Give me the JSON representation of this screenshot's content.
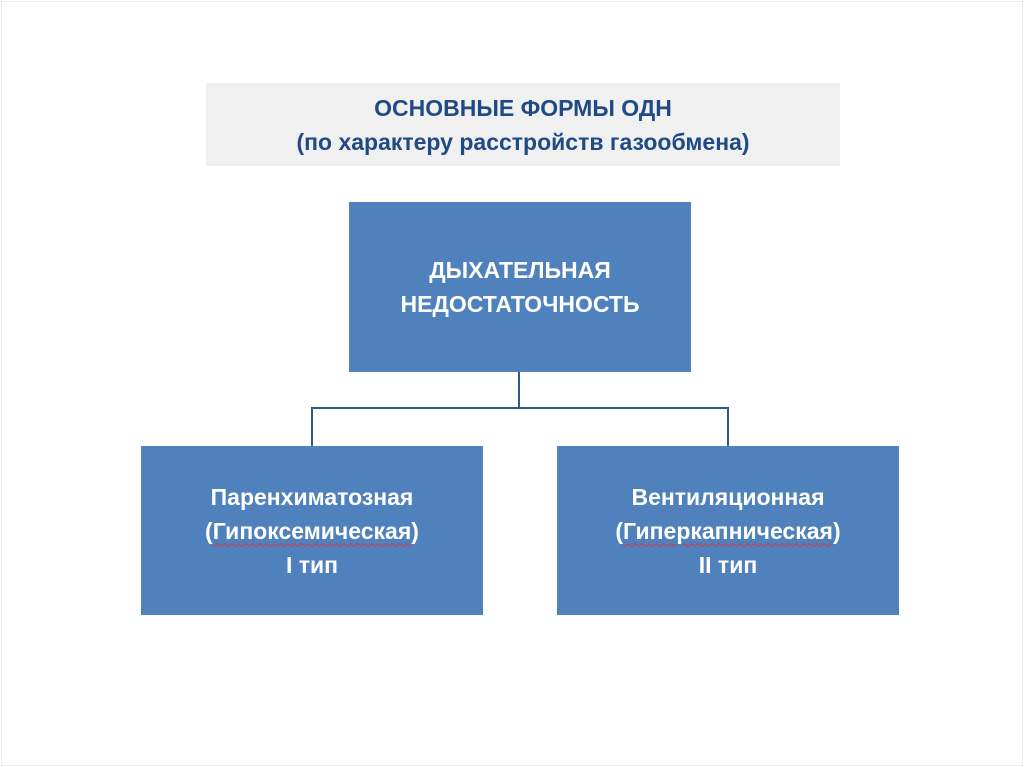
{
  "title": {
    "line1": "ОСНОВНЫЕ ФОРМЫ ОДН",
    "line2": "(по характеру расстройств газообмена)"
  },
  "root": {
    "line1": "ДЫХАТЕЛЬНАЯ",
    "line2": "НЕДОСТАТОЧНОСТЬ"
  },
  "children": [
    {
      "line1": "Паренхиматозная",
      "line2_open": "(",
      "line2_word": "Гипоксемическая",
      "line2_close": ")",
      "line3": "I тип"
    },
    {
      "line1": "Вентиляционная",
      "line2_open": "(",
      "line2_word": "Гиперкапническая",
      "line2_close": ")",
      "line3": "II тип"
    }
  ],
  "colors": {
    "box": "#4f81bd",
    "title_text": "#1f4a85",
    "title_bg": "#f0f0f0",
    "connector": "#2c5d8a"
  }
}
